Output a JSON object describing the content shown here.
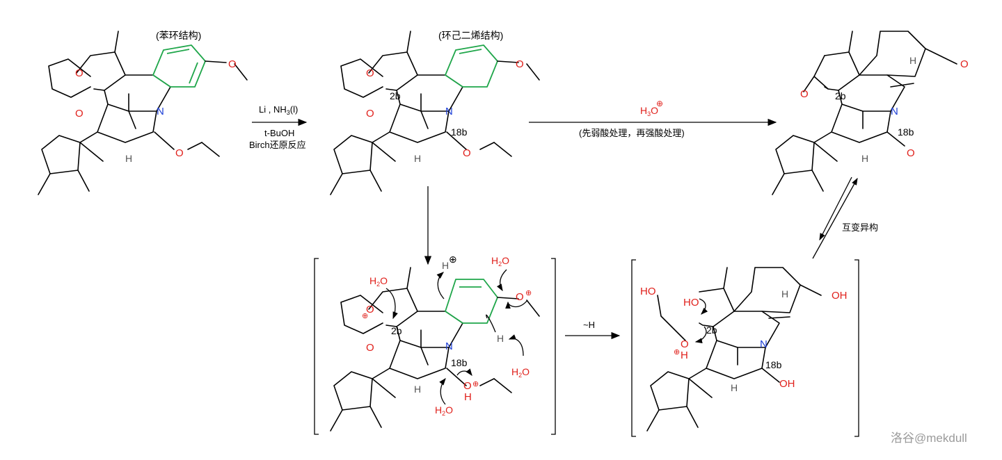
{
  "labels": {
    "benzene_ring": "(苯环结构)",
    "cyclohexadiene": "(环己二烯结构)",
    "step1_reagent1": "Li , NH",
    "step1_reagent1_sub": "3",
    "step1_reagent1_end": "(l)",
    "step1_reagent2": "t-BuOH",
    "step1_reagent3": "Birch还原反应",
    "step2_reagent": "H",
    "step2_reagent_sub": "3",
    "step2_reagent_o": "O",
    "step2_condition": "(先弱酸处理，再强酸处理)",
    "tautomer": "互变异构",
    "shift": "~H",
    "pos_2b": "2b",
    "pos_18b": "18b",
    "h2o": "H",
    "h2o_sub": "2",
    "h2o_o": "O",
    "oh": "OH",
    "ho": "HO",
    "o": "O",
    "n": "N",
    "h": "H",
    "watermark": "洛谷@mekdull"
  },
  "colors": {
    "oxygen": "#e0201b",
    "nitrogen": "#1c3ed6",
    "highlight_ring": "#1fa64a",
    "bond": "#000000"
  }
}
